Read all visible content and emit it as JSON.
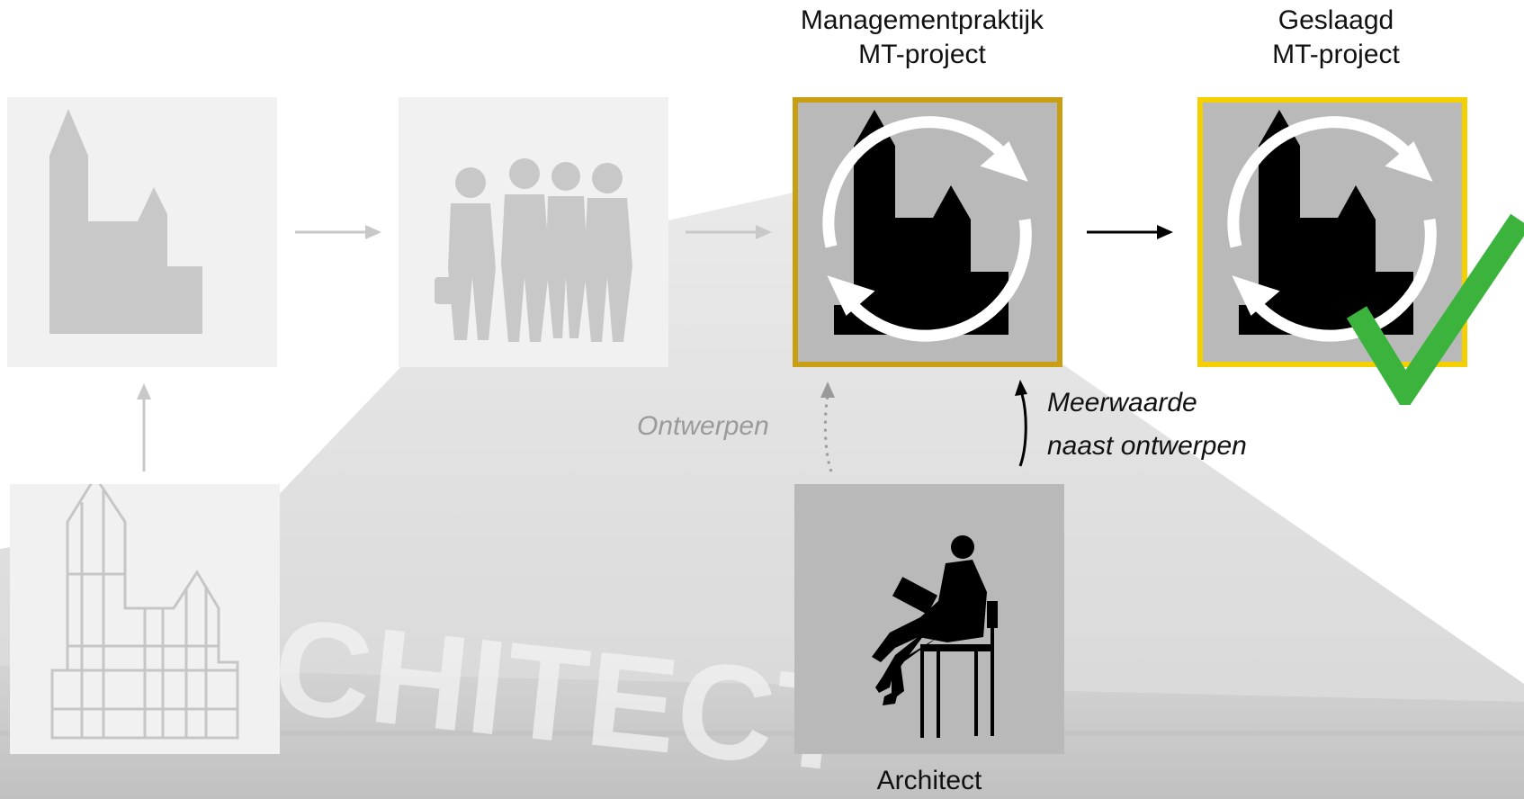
{
  "watermark": {
    "text": "CHITECT"
  },
  "labels": {
    "management_line1": "Managementpraktijk",
    "management_line2": "MT-project",
    "success_line1": "Geslaagd",
    "success_line2": "MT-project",
    "architect": "Architect",
    "design": "Ontwerpen",
    "added_value_line1": "Meerwaarde",
    "added_value_line2": "naast ontwerpen"
  },
  "colors": {
    "management_border": "#c89e12",
    "success_border": "#f5d000",
    "checkmark": "#3cb33c",
    "active_tile_bg": "#b9b9b9",
    "faded_tile_bg": "#f0f1f0",
    "faded_shape": "#c8c8c8"
  },
  "icons": {
    "building": "building-icon",
    "team": "team-icon",
    "cycle": "cycle-arrows-icon",
    "check": "checkmark-icon",
    "architect": "seated-architect-icon",
    "blueprint": "building-blueprint-icon"
  }
}
